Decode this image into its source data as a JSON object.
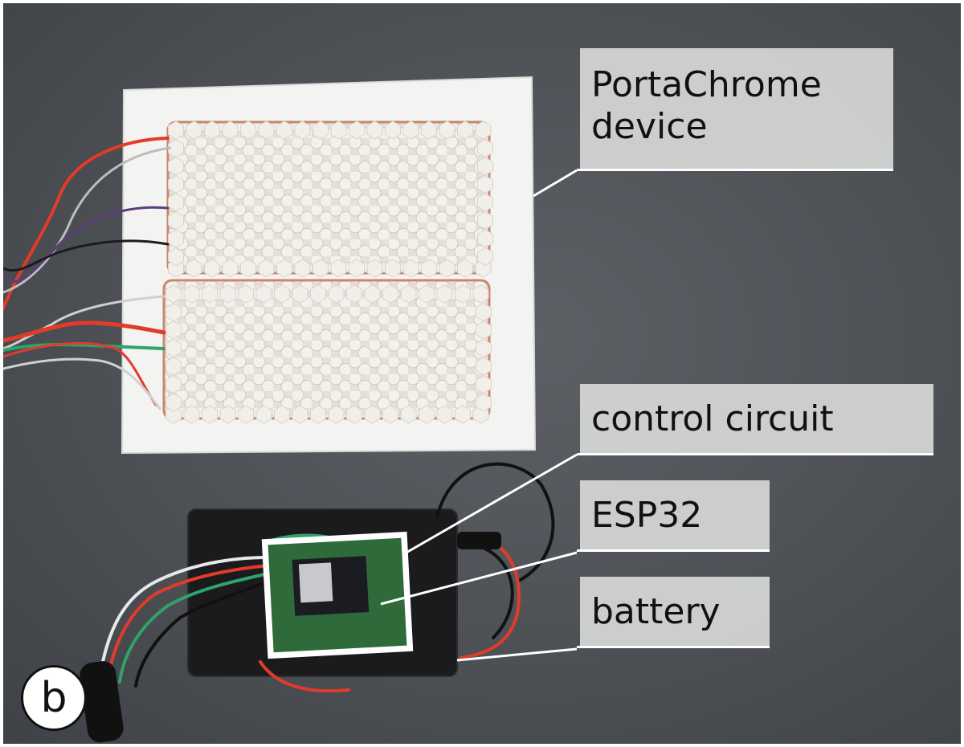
{
  "labels": {
    "device_line1": "PortaChrome",
    "device_line2": "device",
    "control_circuit": "control circuit",
    "esp32": "ESP32",
    "battery": "battery"
  },
  "panel_letter": "b",
  "colors": {
    "background": "#4d5055",
    "label_bg": "#dadada",
    "hex_tiles": "#f2efea",
    "pcb_green": "#2f6b3a",
    "battery_box": "#1b1b1d",
    "wire_red": "#e33b2a"
  }
}
